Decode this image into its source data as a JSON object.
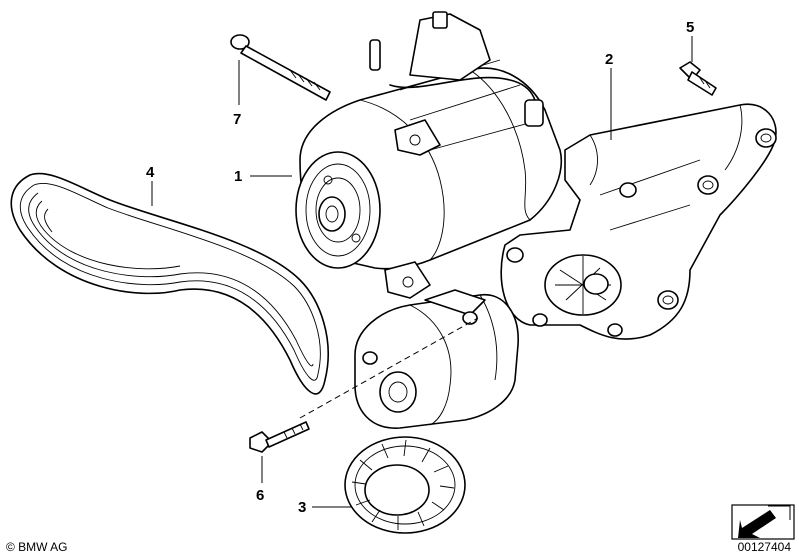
{
  "callouts": [
    {
      "id": "1",
      "label": "1"
    },
    {
      "id": "2",
      "label": "2"
    },
    {
      "id": "3",
      "label": "3"
    },
    {
      "id": "4",
      "label": "4"
    },
    {
      "id": "5",
      "label": "5"
    },
    {
      "id": "6",
      "label": "6"
    },
    {
      "id": "7",
      "label": "7"
    }
  ],
  "footer": {
    "copyright": "© BMW AG",
    "diagram_id": "00127404"
  }
}
